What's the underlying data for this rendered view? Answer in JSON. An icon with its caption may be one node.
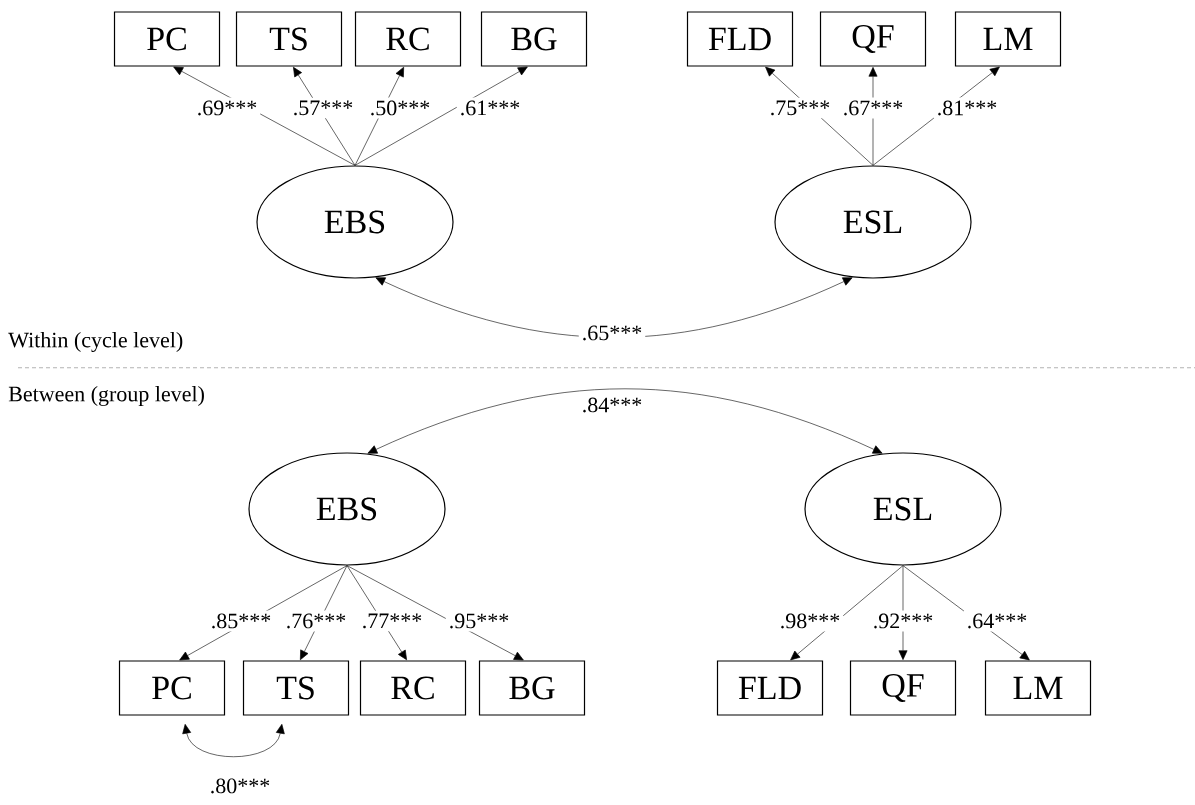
{
  "diagram": {
    "nodes": [
      {
        "text": [
          "PC"
        ]
      },
      {
        "text": [
          "TS"
        ]
      },
      {
        "text": [
          "RC"
        ]
      },
      {
        "text": [
          "BG"
        ]
      },
      {
        "text": [
          "FLD"
        ]
      },
      {
        "text": [
          "QF"
        ]
      },
      {
        "text": [
          "LM"
        ]
      },
      {
        "text": [
          "EBS"
        ]
      },
      {
        "text": [
          "ESL"
        ]
      },
      {
        "text": [
          "EBS"
        ]
      },
      {
        "text": [
          "ESL"
        ]
      },
      {
        "text": [
          "PC"
        ]
      },
      {
        "text": [
          "TS"
        ]
      },
      {
        "text": [
          "RC"
        ]
      },
      {
        "text": [
          "BG"
        ]
      },
      {
        "text": [
          "FLD"
        ]
      },
      {
        "text": [
          "QF"
        ]
      },
      {
        "text": [
          "LM"
        ]
      }
    ],
    "edges": [
      {
        "from": 7,
        "to": 0,
        "arrow": "to",
        "label": ".69***"
      },
      {
        "from": 7,
        "to": 1,
        "arrow": "to",
        "label": ".57***"
      },
      {
        "from": 7,
        "to": 2,
        "arrow": "to",
        "label": ".50***"
      },
      {
        "from": 7,
        "to": 3,
        "arrow": "to",
        "label": ".61***"
      },
      {
        "from": 8,
        "to": 4,
        "arrow": "to",
        "label": ".75***"
      },
      {
        "from": 8,
        "to": 5,
        "arrow": "to",
        "label": ".67***"
      },
      {
        "from": 8,
        "to": 6,
        "arrow": "to",
        "label": ".81***"
      },
      {
        "from": 7,
        "to": 8,
        "arrow": "both",
        "label": ".65***"
      },
      {
        "from": 9,
        "to": 10,
        "arrow": "both",
        "label": ".84***"
      },
      {
        "from": 9,
        "to": 11,
        "arrow": "to",
        "label": ".85***"
      },
      {
        "from": 9,
        "to": 12,
        "arrow": "to",
        "label": ".76***"
      },
      {
        "from": 9,
        "to": 13,
        "arrow": "to",
        "label": ".77***"
      },
      {
        "from": 9,
        "to": 14,
        "arrow": "to",
        "label": ".95***"
      },
      {
        "from": 10,
        "to": 15,
        "arrow": "to",
        "label": ".98***"
      },
      {
        "from": 10,
        "to": 16,
        "arrow": "to",
        "label": ".92***"
      },
      {
        "from": 10,
        "to": 17,
        "arrow": "to",
        "label": ".64***"
      },
      {
        "from": 11,
        "to": 12,
        "arrow": "both",
        "label": ".80***"
      }
    ],
    "labels": [
      "Within (cycle level)",
      "Between (group level)"
    ]
  }
}
